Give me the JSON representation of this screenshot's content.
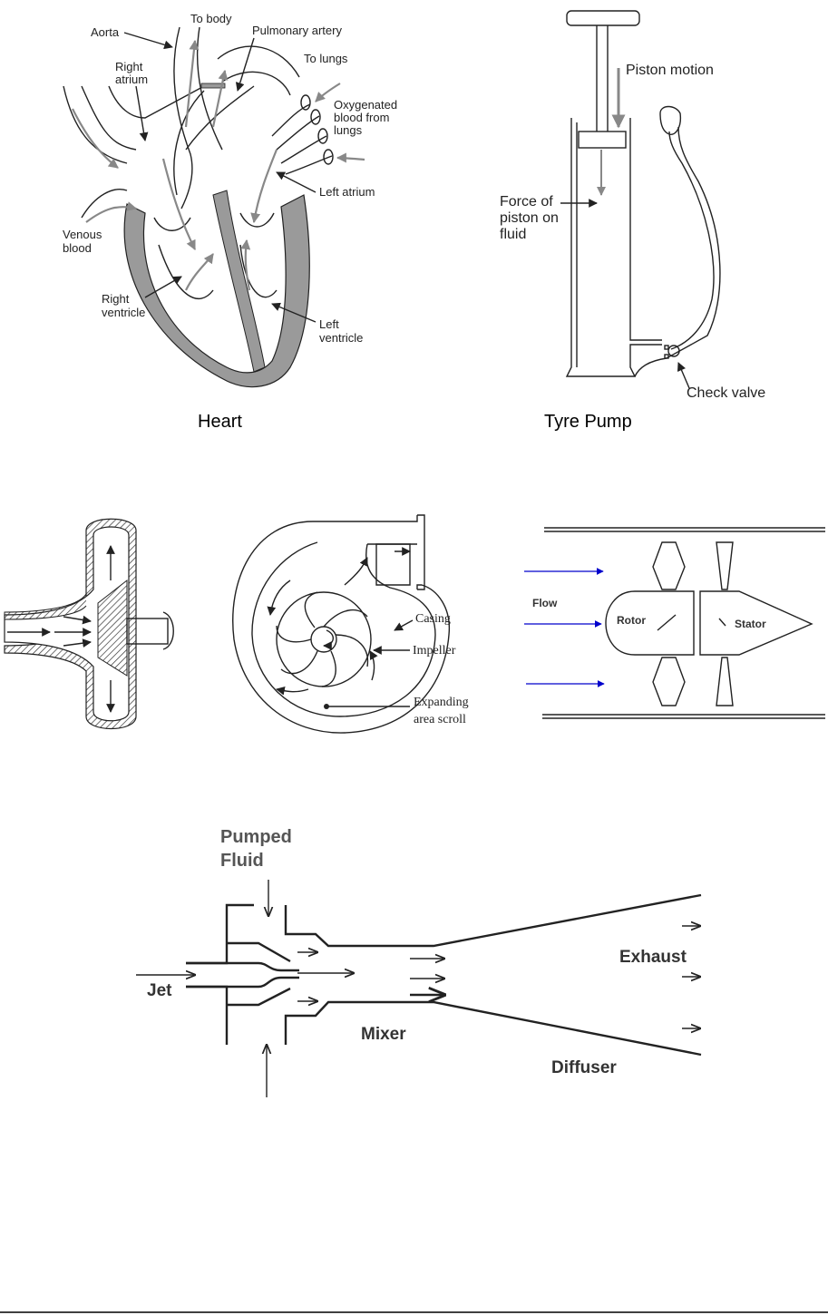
{
  "heart": {
    "caption": "Heart",
    "labels": {
      "aorta": "Aorta",
      "to_body": "To body",
      "pulmonary_artery": "Pulmonary artery",
      "to_lungs": "To lungs",
      "right_atrium_1": "Right",
      "right_atrium_2": "atrium",
      "oxygenated_1": "Oxygenated",
      "oxygenated_2": "blood from",
      "oxygenated_3": "lungs",
      "left_atrium": "Left atrium",
      "venous_1": "Venous",
      "venous_2": "blood",
      "right_ventricle_1": "Right",
      "right_ventricle_2": "ventricle",
      "left_ventricle_1": "Left",
      "left_ventricle_2": "ventricle"
    }
  },
  "tyre_pump": {
    "caption": "Tyre Pump",
    "labels": {
      "piston_motion": "Piston motion",
      "force_1": "Force of",
      "force_2": "piston on",
      "force_3": "fluid",
      "check_valve": "Check valve"
    }
  },
  "centrifugal": {
    "labels": {
      "casing": "Casing",
      "impeller": "Impeller",
      "scroll_1": "Expanding",
      "scroll_2": "area scroll"
    }
  },
  "axial": {
    "labels": {
      "flow": "Flow",
      "rotor": "Rotor",
      "stator": "Stator"
    },
    "colors": {
      "flow_arrow": "#0000cc"
    }
  },
  "jet_pump": {
    "labels": {
      "pumped_1": "Pumped",
      "pumped_2": "Fluid",
      "jet": "Jet",
      "mixer": "Mixer",
      "exhaust": "Exhaust",
      "diffuser": "Diffuser"
    }
  }
}
